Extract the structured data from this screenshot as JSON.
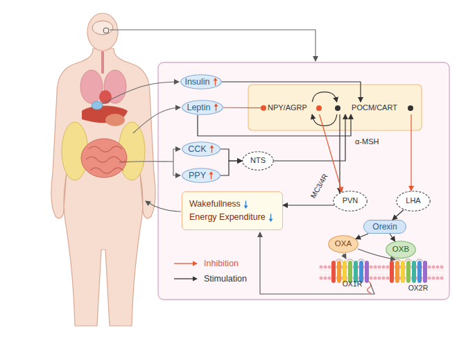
{
  "diagram": {
    "nodes": [
      {
        "text": [
          "Insulin"
        ]
      },
      {
        "text": [
          "Leptin"
        ]
      },
      {
        "text": [
          "NPY/AGRP"
        ]
      },
      {
        "text": [
          "POCM/CART"
        ]
      },
      {
        "text": [
          "CCK"
        ]
      },
      {
        "text": [
          "PPY"
        ]
      },
      {
        "text": [
          "NTS"
        ]
      },
      {
        "text": [
          "Wakefullness",
          "Energy Expenditure"
        ]
      },
      {
        "text": [
          "PVN"
        ]
      },
      {
        "text": [
          "LHA"
        ]
      },
      {
        "text": [
          "Orexin"
        ]
      },
      {
        "text": [
          "OXA"
        ]
      },
      {
        "text": [
          "OXB"
        ]
      }
    ],
    "edges": [
      {
        "from": 0,
        "to": 3,
        "arrow": "to"
      },
      {
        "from": 1,
        "to": 2,
        "arrow": "to"
      },
      {
        "from": 1,
        "to": 3,
        "arrow": "to"
      },
      {
        "from": 2,
        "to": 3,
        "arrow": "to"
      },
      {
        "from": 3,
        "to": 2,
        "arrow": "to"
      },
      {
        "from": 4,
        "to": 6,
        "arrow": "to"
      },
      {
        "from": 5,
        "to": 6,
        "arrow": "to"
      },
      {
        "from": 6,
        "to": 3,
        "arrow": "to"
      },
      {
        "from": 3,
        "to": 8,
        "label": "α-MSH",
        "arrow": "to"
      },
      {
        "from": 2,
        "to": 8,
        "arrow": "to"
      },
      {
        "from": 8,
        "to": 7,
        "arrow": "to"
      },
      {
        "from": 3,
        "to": 9,
        "arrow": "to"
      },
      {
        "from": 9,
        "to": 10,
        "arrow": "to"
      },
      {
        "from": 10,
        "to": 11,
        "arrow": "to"
      },
      {
        "from": 10,
        "to": 12,
        "arrow": "to"
      }
    ],
    "labels": [
      "MC3/4R",
      "OX1R",
      "OX2R"
    ],
    "legend": [
      {
        "text": "Inhibition"
      },
      {
        "text": "Stimulation"
      }
    ]
  }
}
